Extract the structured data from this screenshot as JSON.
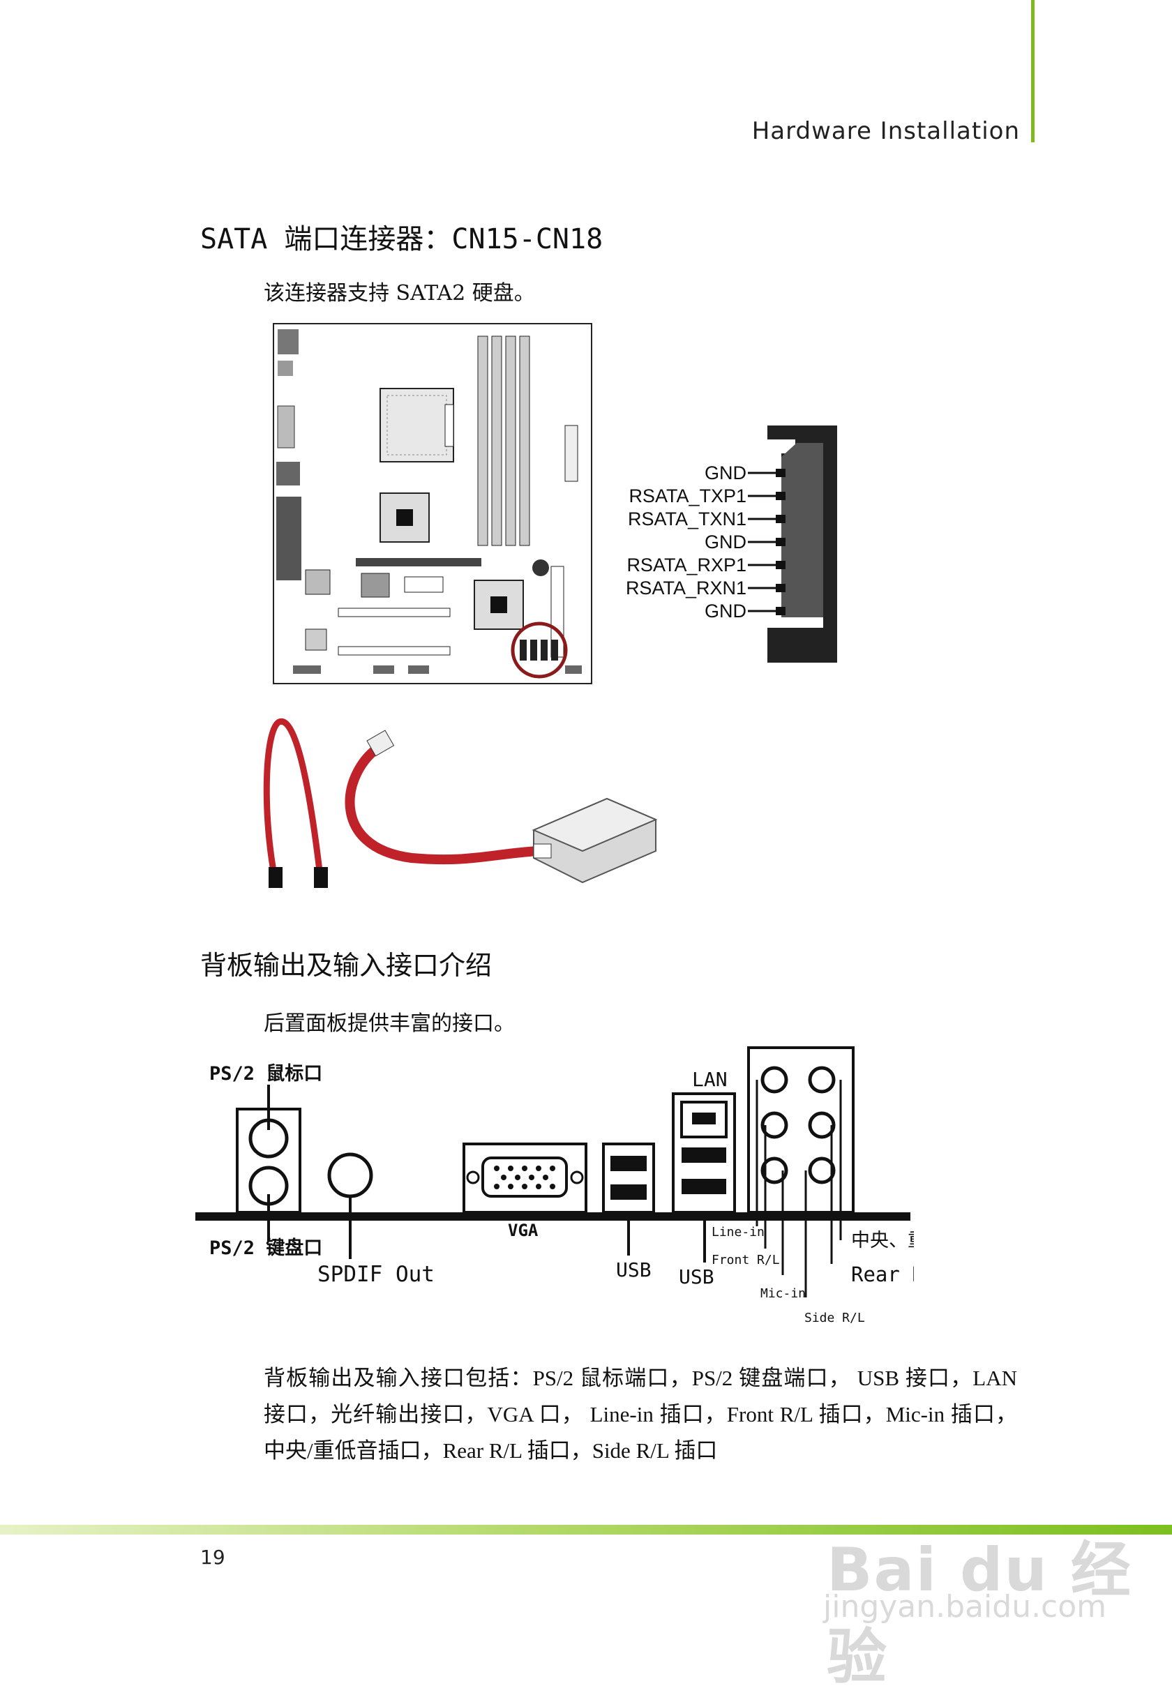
{
  "header": {
    "title": "Hardware Installation"
  },
  "sata": {
    "heading": "SATA 端口连接器：CN15-CN18",
    "desc": "该连接器支持 SATA2 硬盘。",
    "pins": [
      "GND",
      "RSATA_TXP1",
      "RSATA_TXN1",
      "GND",
      "RSATA_RXP1",
      "RSATA_RXN1",
      "GND"
    ]
  },
  "backpanel": {
    "heading": "背板输出及输入接口介绍",
    "desc": "后置面板提供丰富的接口。",
    "labels": {
      "ps2_mouse": "PS/2 鼠标口",
      "ps2_keyboard": "PS/2 键盘口",
      "spdif": "SPDIF Out",
      "vga": "VGA",
      "usb1": "USB",
      "usb2": "USB",
      "lan": "LAN",
      "line_in": "Line-in",
      "front": "Front R/L",
      "mic_in": "Mic-in",
      "side": "Side R/L",
      "center": "中央、重低音",
      "rear": "Rear R/L"
    },
    "summary": "背板输出及输入接口包括：PS/2 鼠标端口，PS/2 键盘端口， USB 接口，LAN 接口，光纤输出接口，VGA 口， Line-in 插口，Front R/L 插口，Mic-in 插口，中央/重低音插口，Rear R/L 插口，Side R/L 插口"
  },
  "footer": {
    "page_number": "19"
  },
  "watermark": {
    "line1": "Bai du 经验",
    "line2": "jingyan.baidu.com"
  }
}
